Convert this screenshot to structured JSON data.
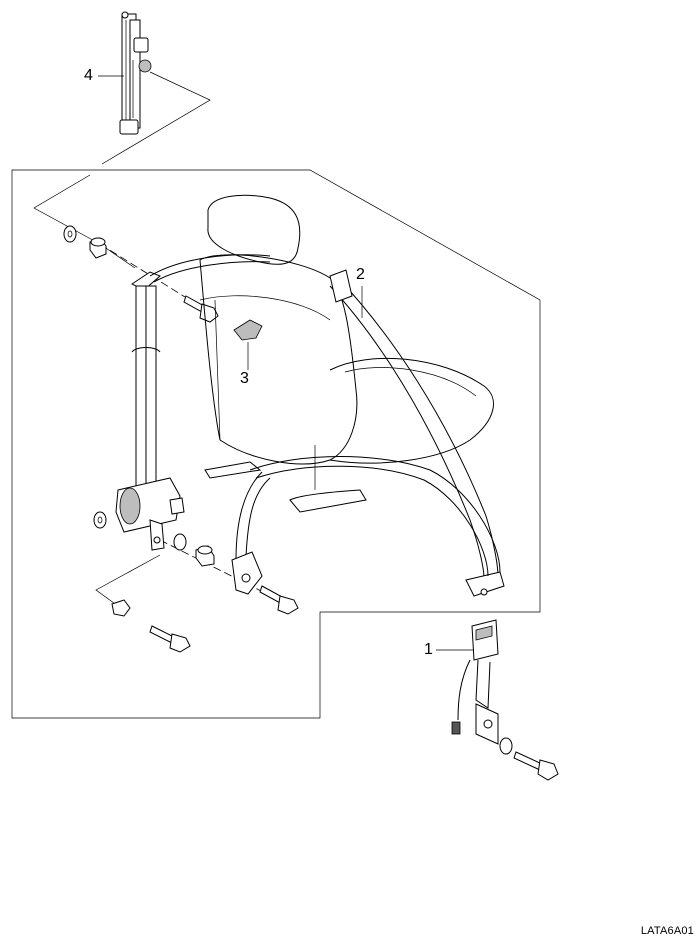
{
  "callouts": {
    "c1": "1",
    "c2": "2",
    "c3": "3",
    "c4": "4"
  },
  "doc_code": "LATA6A01",
  "colors": {
    "line": "#000000",
    "shade": "#bdbdbd",
    "background": "#ffffff"
  }
}
